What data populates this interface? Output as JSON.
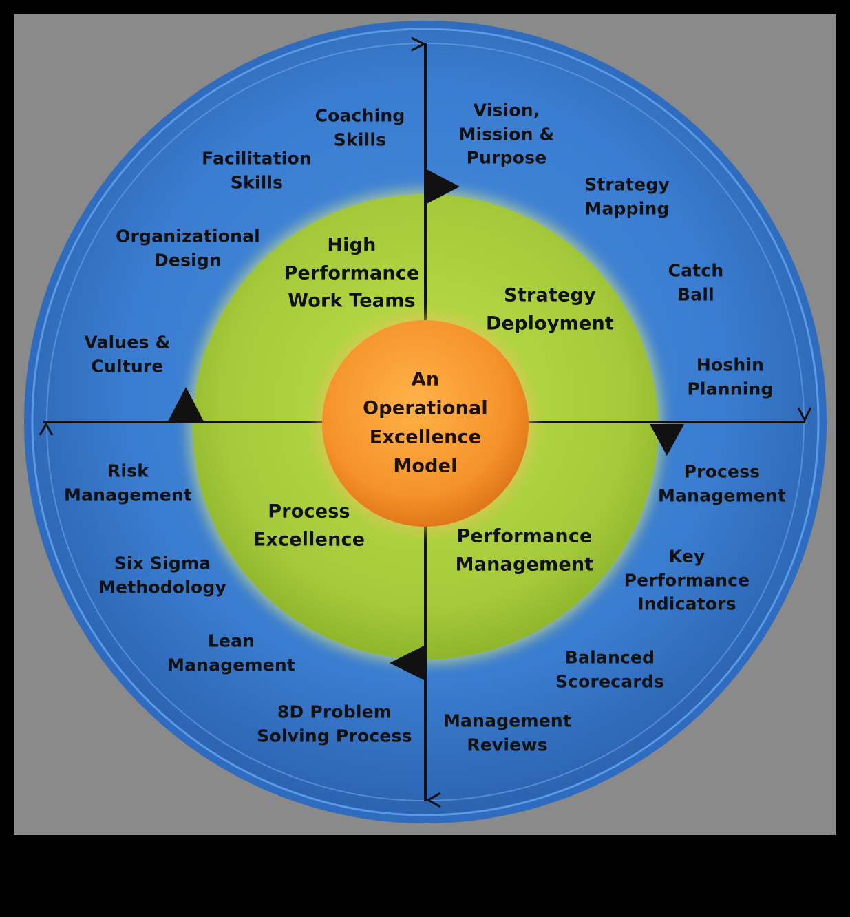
{
  "center": {
    "text": "An\nOperational\nExcellence\nModel"
  },
  "middle_ring": {
    "high_performance": "High\nPerformance\nWork Teams",
    "strategy_deployment": "Strategy\nDeployment",
    "process_excellence": "Process\nExcellence",
    "performance_management": "Performance\nManagement"
  },
  "outer_ring": {
    "coaching_skills": "Coaching\nSkills",
    "facilitation_skills": "Facilitation\nSkills",
    "organizational_design": "Organizational\nDesign",
    "values_culture": "Values &\nCulture",
    "vision_mission": "Vision,\nMission &\nPurpose",
    "strategy_mapping": "Strategy\nMapping",
    "catch_ball": "Catch\nBall",
    "hoshin_planning": "Hoshin\nPlanning",
    "risk_management": "Risk\nManagement",
    "six_sigma": "Six Sigma\nMethodology",
    "lean_management": "Lean\nManagement",
    "problem_solving": "8D Problem\nSolving Process",
    "process_management": "Process\nManagement",
    "kpi": "Key\nPerformance\nIndicators",
    "balanced_scorecards": "Balanced\nScorecards",
    "management_reviews": "Management\nReviews"
  },
  "colors": {
    "page": "#000000",
    "frame": "#8a8a8a",
    "outer_ring": "#3f7fd0",
    "outer_edge": "#2f6cc0",
    "middle_ring": "#a8cc3c",
    "center": "#f59a2e",
    "lines": "#111111"
  }
}
